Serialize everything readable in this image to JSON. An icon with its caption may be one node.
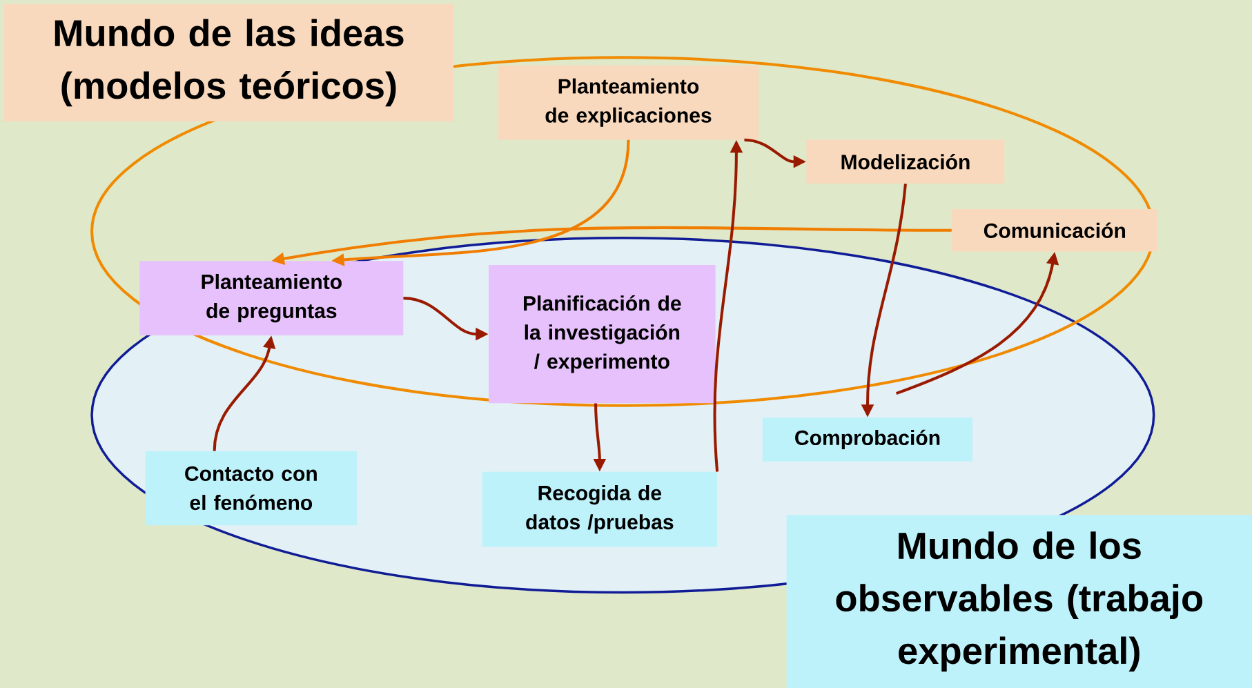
{
  "diagram": {
    "nodes": [
      {
        "text": [
          "Mundo de las ideas (modelos teóricos)"
        ]
      },
      {
        "text": [
          "Planteamiento de explicaciones"
        ]
      },
      {
        "text": [
          "Modelización"
        ]
      },
      {
        "text": [
          "Comunicación"
        ]
      },
      {
        "text": [
          "Planteamiento de preguntas"
        ]
      },
      {
        "text": [
          "Planificación de la investigación / experimento"
        ]
      },
      {
        "text": [
          "Contacto con el fenómeno"
        ]
      },
      {
        "text": [
          "Recogida de datos /pruebas"
        ]
      },
      {
        "text": [
          "Comprobación"
        ]
      },
      {
        "text": [
          "Mundo de los observables (trabajo experimental)"
        ]
      }
    ],
    "edges": [
      {
        "from": 1,
        "to": 4,
        "arrow": "to",
        "color": "#f07d00"
      },
      {
        "from": 3,
        "to": 4,
        "arrow": "to",
        "color": "#f07d00"
      },
      {
        "from": 6,
        "to": 4,
        "arrow": "to"
      },
      {
        "from": 4,
        "to": 5,
        "arrow": "to"
      },
      {
        "from": 5,
        "to": 7,
        "arrow": "to"
      },
      {
        "from": 7,
        "to": 1,
        "arrow": "to"
      },
      {
        "from": 1,
        "to": 2,
        "arrow": "to"
      },
      {
        "from": 2,
        "to": 8,
        "arrow": "to"
      },
      {
        "from": 8,
        "to": 3,
        "arrow": "to"
      }
    ]
  }
}
